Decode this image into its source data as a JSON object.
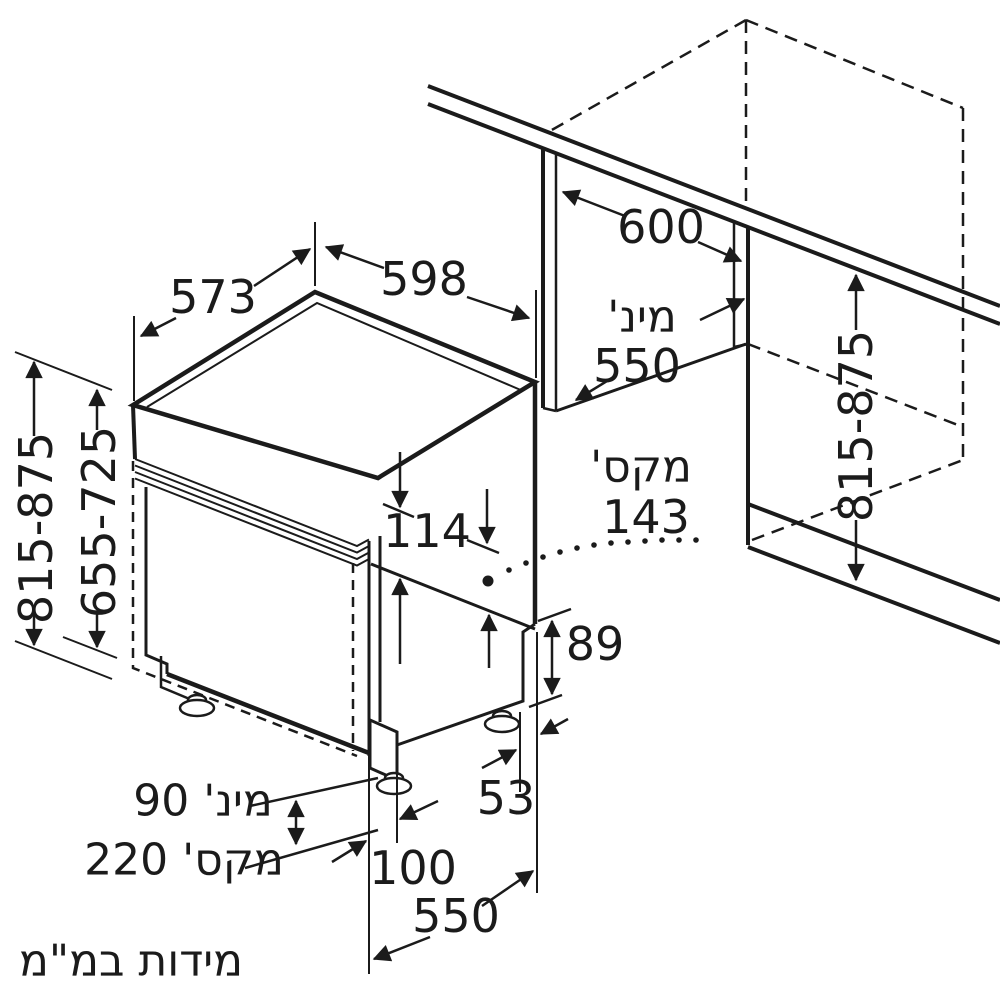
{
  "colors": {
    "background": "#ffffff",
    "line": "#1b1b1b"
  },
  "note": "מידות במ\"מ",
  "dims": {
    "top_depth": "573",
    "top_width": "598",
    "niche_width": "600",
    "niche_depth_label": "מינ'",
    "niche_depth_value": "550",
    "height_outer": "815-875",
    "height_inner": "655-725",
    "height_niche": "815-875",
    "panel_height": "114",
    "door_max_label": "מקס'",
    "door_max_value": "143",
    "rear_step": "89",
    "plinth_min": "מינ' 90",
    "plinth_max": "מקס' 220",
    "side_gap": "53",
    "front_gap": "100",
    "floor_depth": "550"
  }
}
